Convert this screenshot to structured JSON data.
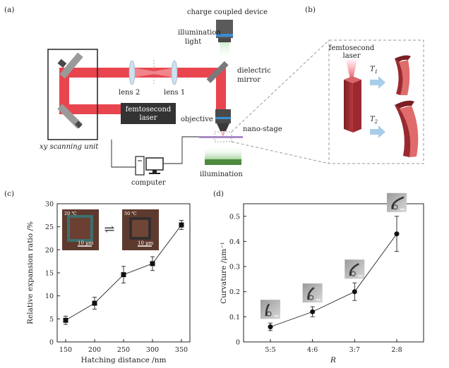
{
  "colors": {
    "beam": "#e8454f",
    "laser_box": "#333333",
    "stage": "#a98bc6",
    "lens": "#cfe0ef",
    "mirror": "#8a8a8a",
    "arrow": "#a8cde9",
    "structure": "#c43d3d",
    "structure_dark": "#7a1f24",
    "micrograph": "#5e3a2e"
  },
  "panel_a": {
    "label": "(a)",
    "charge_coupled_device": "charge coupled device",
    "illumination_light_1": "illumination",
    "illumination_light_2": "light",
    "dielectric_mirror_1": "dielectric",
    "dielectric_mirror_2": "mirror",
    "lens2": "lens 2",
    "lens1": "lens 1",
    "femtosecond_1": "femtosecond",
    "femtosecond_2": "laser",
    "objective": "objective",
    "nano_stage": "nano-stage",
    "xy_scanning_unit": "xy scanning unit",
    "computer": "computer",
    "illumination": "illumination"
  },
  "panel_b": {
    "label": "(b)",
    "femtosecond_1": "femtosecond",
    "femtosecond_2": "laser",
    "t1": "T",
    "t1_sub": "1",
    "t2": "T",
    "t2_sub": "2"
  },
  "panel_c": {
    "label": "(c)",
    "inset_left_temp": "20 ℃",
    "inset_right_temp": "50 ℃",
    "scale_left": "10 μm",
    "scale_right": "10 μm",
    "swap_symbol": "⇌"
  },
  "panel_d": {
    "label": "(d)"
  },
  "chart_data": [
    {
      "type": "line",
      "xlabel": "Hatching distance /nm",
      "ylabel": "Relative expansion ratio /%",
      "x": [
        150,
        200,
        250,
        300,
        350
      ],
      "categories": [
        "150",
        "200",
        "250",
        "300",
        "350"
      ],
      "y": [
        4.7,
        8.4,
        14.6,
        17.0,
        25.4
      ],
      "error": [
        0.9,
        1.3,
        1.8,
        1.5,
        1.0
      ],
      "ylim": [
        0,
        30
      ],
      "yticks": [
        "0",
        "5",
        "10",
        "15",
        "20",
        "25",
        "30"
      ],
      "marker": "square"
    },
    {
      "type": "line",
      "xlabel": "R",
      "ylabel": "Curvature /μm⁻¹",
      "categories": [
        "5:5",
        "4:6",
        "3:7",
        "2:8"
      ],
      "y": [
        0.06,
        0.12,
        0.2,
        0.43
      ],
      "error": [
        0.015,
        0.02,
        0.035,
        0.07
      ],
      "ylim": [
        0,
        0.55
      ],
      "yticks": [
        "0",
        "0.1",
        "0.2",
        "0.3",
        "0.4",
        "0.5"
      ],
      "marker": "circle"
    }
  ]
}
